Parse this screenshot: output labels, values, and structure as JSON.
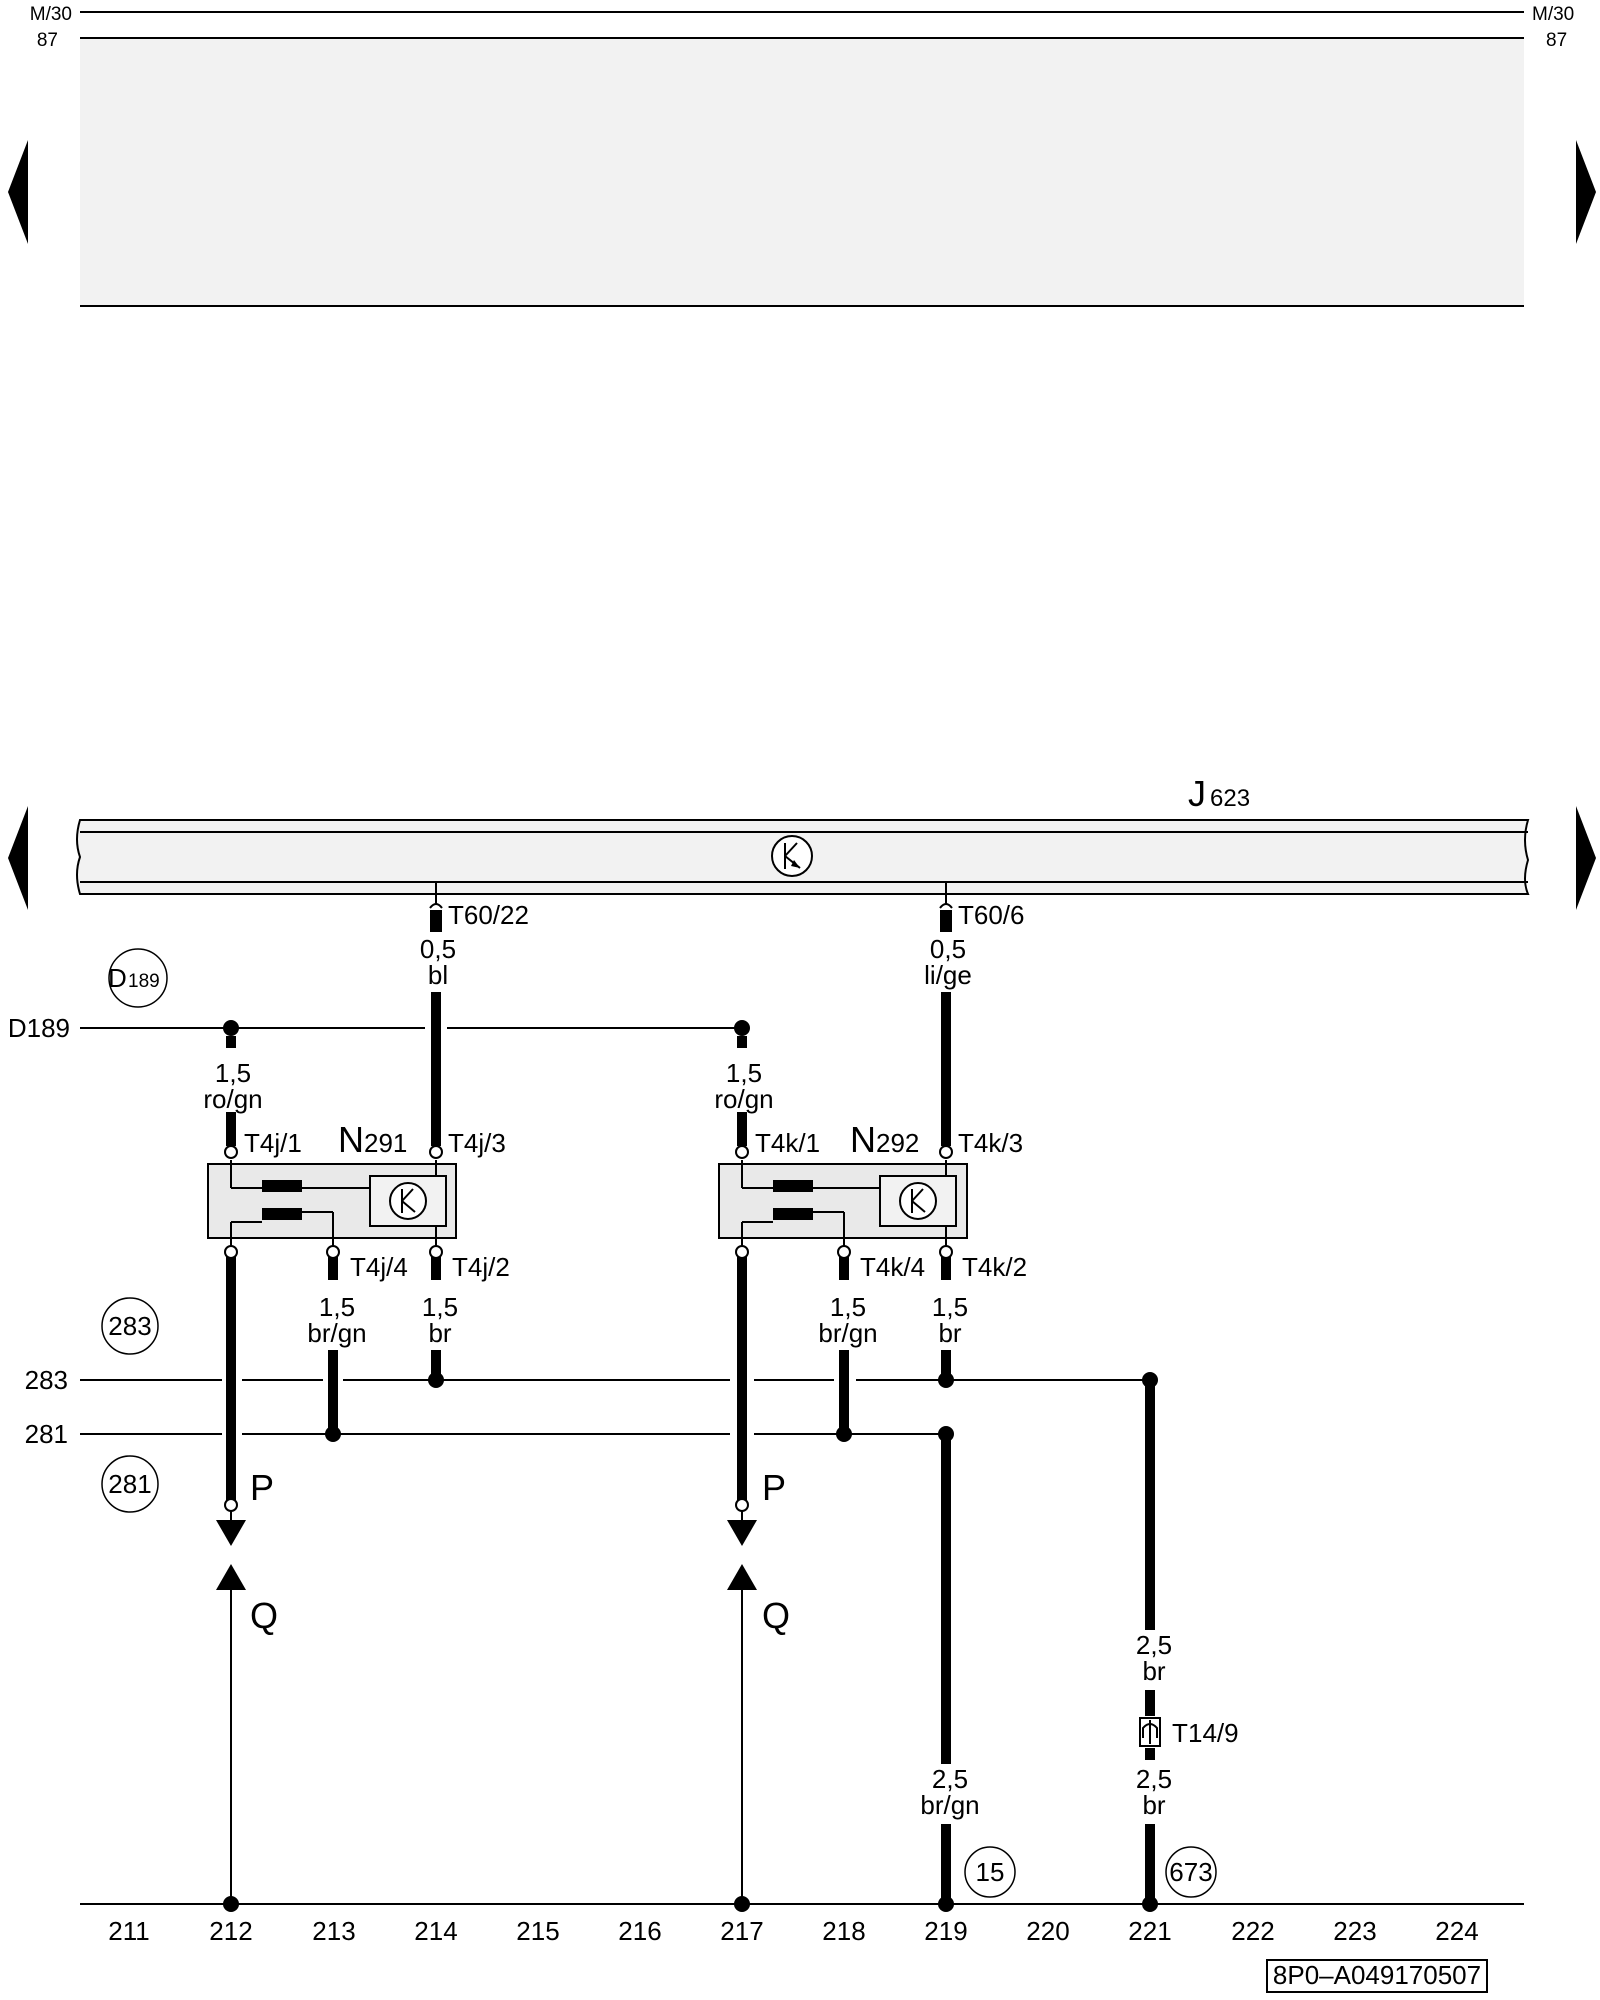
{
  "top_bar": {
    "left_upper": "M/30",
    "left_lower": "87",
    "right_upper": "M/30",
    "right_lower": "87"
  },
  "colors": {
    "panel_fill": "#f2f2f2",
    "component_fill": "#e9e9e9",
    "line": "#000000",
    "background": "#ffffff"
  },
  "control_unit": {
    "letter": "J",
    "number": "623"
  },
  "connectors": {
    "j623_left": "T60/22",
    "j623_right": "T60/6",
    "n291_1": "T4j/1",
    "n291_3": "T4j/3",
    "n291_4": "T4j/4",
    "n291_2": "T4j/2",
    "n292_1": "T4k/1",
    "n292_3": "T4k/3",
    "n292_4": "T4k/4",
    "n292_2": "T4k/2",
    "t14_letter": "T",
    "t14_num": "14/9"
  },
  "components": {
    "n291": {
      "letter": "N",
      "number": "291"
    },
    "n292": {
      "letter": "N",
      "number": "292"
    }
  },
  "wires": {
    "w_t6022_size": "0,5",
    "w_t6022_color": "bl",
    "w_t606_size": "0,5",
    "w_t606_color": "li/ge",
    "w_n291_1_size": "1,5",
    "w_n291_1_color": "ro/gn",
    "w_n292_1_size": "1,5",
    "w_n292_1_color": "ro/gn",
    "w_n291_4_size": "1,5",
    "w_n291_4_color": "br/gn",
    "w_n291_2_size": "1,5",
    "w_n291_2_color": "br",
    "w_n292_4_size": "1,5",
    "w_n292_4_color": "br/gn",
    "w_n292_2_size": "1,5",
    "w_n292_2_color": "br",
    "w_219_size": "2,5",
    "w_219_color": "br/gn",
    "w_221a_size": "2,5",
    "w_221a_color": "br",
    "w_221b_size": "2,5",
    "w_221b_color": "br"
  },
  "buses": {
    "d189": "D189",
    "d189_circle_letter": "D",
    "d189_circle_num": "189",
    "b283": "283",
    "b283_circle": "283",
    "b281": "281",
    "b281_circle": "281"
  },
  "arrows": {
    "p_left": "P",
    "p_right": "P",
    "q_left": "Q",
    "q_right": "Q"
  },
  "ground_refs": {
    "ref_15": "15",
    "ref_673": "673"
  },
  "current_tracks": [
    "211",
    "212",
    "213",
    "214",
    "215",
    "216",
    "217",
    "218",
    "219",
    "220",
    "221",
    "222",
    "223",
    "224"
  ],
  "doc_id": "8P0–A049170507"
}
